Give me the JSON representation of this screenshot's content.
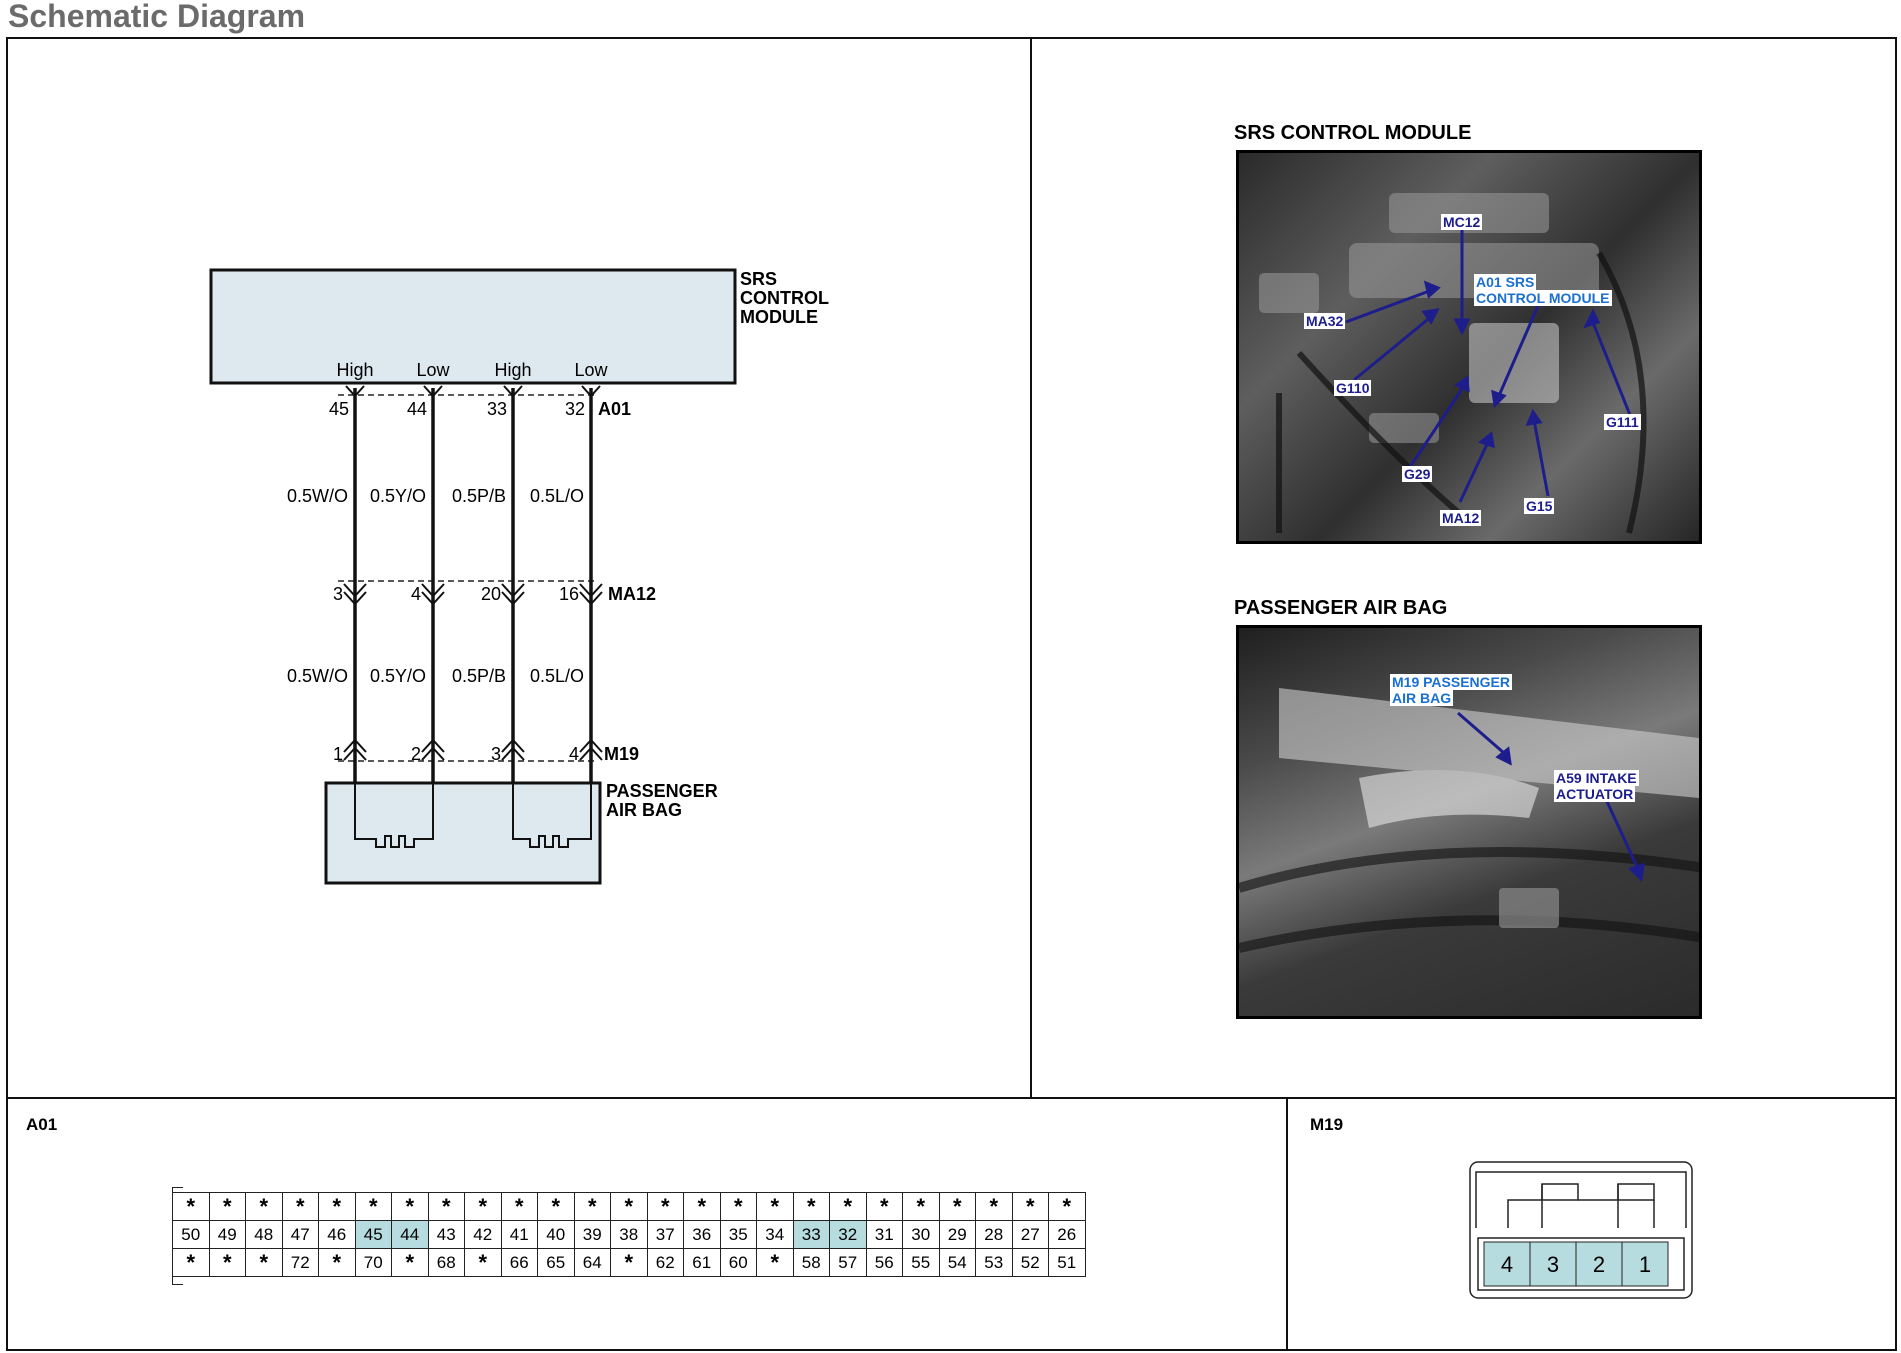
{
  "page_title": "Schematic Diagram",
  "schematic": {
    "module_label_1": "SRS",
    "module_label_2": "CONTROL",
    "module_label_3": "MODULE",
    "pin_labels": [
      "High",
      "Low",
      "High",
      "Low"
    ],
    "a01_pins": [
      "45",
      "44",
      "33",
      "32"
    ],
    "a01_connector": "A01",
    "wires_upper": [
      "0.5W/O",
      "0.5Y/O",
      "0.5P/B",
      "0.5L/O"
    ],
    "ma12_pins": [
      "3",
      "4",
      "20",
      "16"
    ],
    "ma12_connector": "MA12",
    "wires_lower": [
      "0.5W/O",
      "0.5Y/O",
      "0.5P/B",
      "0.5L/O"
    ],
    "m19_pins": [
      "1",
      "2",
      "3",
      "4"
    ],
    "m19_connector": "M19",
    "airbag_label_1": "PASSENGER",
    "airbag_label_2": "AIR BAG"
  },
  "photos": {
    "srs": {
      "title": "SRS CONTROL MODULE",
      "labels": {
        "mc12": "MC12",
        "ma32": "MA32",
        "module_1": "A01 SRS",
        "module_2": "CONTROL MODULE",
        "g110": "G110",
        "g111": "G111",
        "g29": "G29",
        "ma12": "MA12",
        "g15": "G15"
      }
    },
    "airbag": {
      "title": "PASSENGER AIR BAG",
      "labels": {
        "m19_1": "M19 PASSENGER",
        "m19_2": "AIR BAG",
        "a59_1": "A59 INTAKE",
        "a59_2": "ACTUATOR"
      }
    }
  },
  "connectors": {
    "a01": {
      "title": "A01",
      "row1": [
        "*",
        "*",
        "*",
        "*",
        "*",
        "*",
        "*",
        "*",
        "*",
        "*",
        "*",
        "*",
        "*",
        "*",
        "*",
        "*",
        "*",
        "*",
        "*",
        "*",
        "*",
        "*",
        "*",
        "*",
        "*"
      ],
      "row2": [
        "50",
        "49",
        "48",
        "47",
        "46",
        "45",
        "44",
        "43",
        "42",
        "41",
        "40",
        "39",
        "38",
        "37",
        "36",
        "35",
        "34",
        "33",
        "32",
        "31",
        "30",
        "29",
        "28",
        "27",
        "26"
      ],
      "row3": [
        "*",
        "*",
        "*",
        "72",
        "*",
        "70",
        "*",
        "68",
        "*",
        "66",
        "65",
        "64",
        "*",
        "62",
        "61",
        "60",
        "*",
        "58",
        "57",
        "56",
        "55",
        "54",
        "53",
        "52",
        "51"
      ],
      "highlighted": [
        "45",
        "44",
        "33",
        "32"
      ]
    },
    "m19": {
      "title": "M19",
      "pins": [
        "4",
        "3",
        "2",
        "1"
      ]
    }
  },
  "colors": {
    "module_fill": "#dde9ee",
    "pin_highlight": "#b7dce0",
    "label_navy": "#1d1d8c",
    "label_blue": "#1a6fd1"
  }
}
